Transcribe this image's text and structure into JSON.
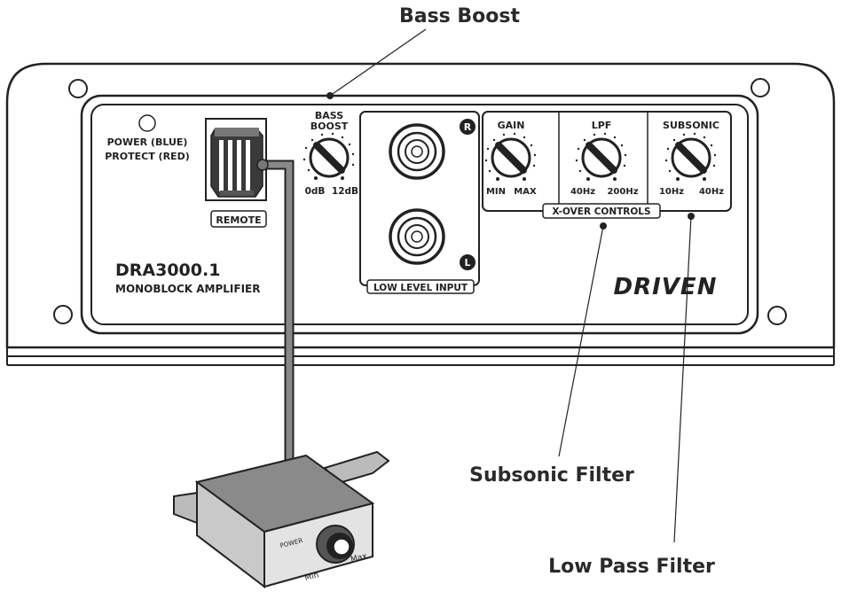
{
  "callouts": {
    "bass_boost": "Bass Boost",
    "subsonic_filter": "Subsonic Filter",
    "low_pass_filter": "Low Pass Filter"
  },
  "panel": {
    "led_label_1": "POWER (BLUE)",
    "led_label_2": "PROTECT (RED)",
    "remote_label": "REMOTE",
    "model": "DRA3000.1",
    "model_subtitle": "MONOBLOCK AMPLIFIER",
    "brand": "DRIVEN"
  },
  "bass_boost_knob": {
    "title_1": "BASS",
    "title_2": "BOOST",
    "min": "0dB",
    "max": "12dB"
  },
  "inputs": {
    "r": "R",
    "l": "L",
    "label": "LOW LEVEL INPUT"
  },
  "xover": {
    "label": "X-OVER CONTROLS",
    "gain": {
      "title": "GAIN",
      "min": "MIN",
      "max": "MAX"
    },
    "lpf": {
      "title": "LPF",
      "min": "40Hz",
      "max": "200Hz"
    },
    "subsonic": {
      "title": "SUBSONIC",
      "min": "10Hz",
      "max": "40Hz"
    }
  },
  "remote_box": {
    "power": "POWER",
    "min": "Min",
    "max": "Max"
  }
}
